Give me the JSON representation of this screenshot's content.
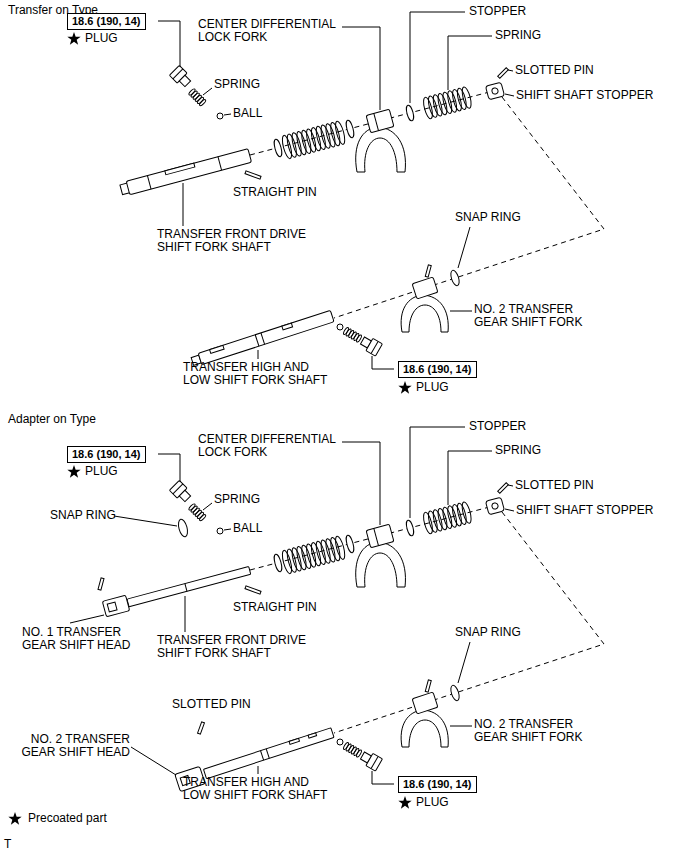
{
  "diagram": {
    "nodes": [
      {
        "text": [
          "18.6 (190, 14)"
        ]
      },
      {
        "text": [
          "18.6 (190, 14)"
        ]
      },
      {
        "text": [
          "18.6 (190, 14)"
        ]
      },
      {
        "text": [
          "18.6 (190, 14)"
        ]
      }
    ],
    "labels": [
      "Transfer on Type",
      "PLUG",
      "CENTER DIFFERENTIAL LOCK FORK",
      "STOPPER",
      "SPRING",
      "SPRING",
      "BALL",
      "SLOTTED PIN",
      "SHIFT SHAFT STOPPER",
      "STRAIGHT PIN",
      "TRANSFER FRONT DRIVE SHIFT FORK SHAFT",
      "SNAP RING",
      "NO. 2 TRANSFER GEAR SHIFT FORK",
      "TRANSFER HIGH AND LOW SHIFT FORK SHAFT",
      "PLUG",
      "Adapter on Type",
      "PLUG",
      "CENTER DIFFERENTIAL LOCK FORK",
      "STOPPER",
      "SPRING",
      "SLOTTED PIN",
      "SNAP RING",
      "SPRING",
      "BALL",
      "SHIFT SHAFT STOPPER",
      "STRAIGHT PIN",
      "NO. 1 TRANSFER GEAR SHIFT HEAD",
      "TRANSFER FRONT DRIVE SHIFT FORK SHAFT",
      "SNAP RING",
      "SLOTTED PIN",
      "NO. 2 TRANSFER GEAR SHIFT FORK",
      "NO. 2 TRANSFER GEAR SHIFT HEAD",
      "TRANSFER HIGH AND LOW SHIFT FORK SHAFT",
      "PLUG",
      "T"
    ],
    "legend": [
      {
        "text": "Precoated part"
      }
    ]
  }
}
